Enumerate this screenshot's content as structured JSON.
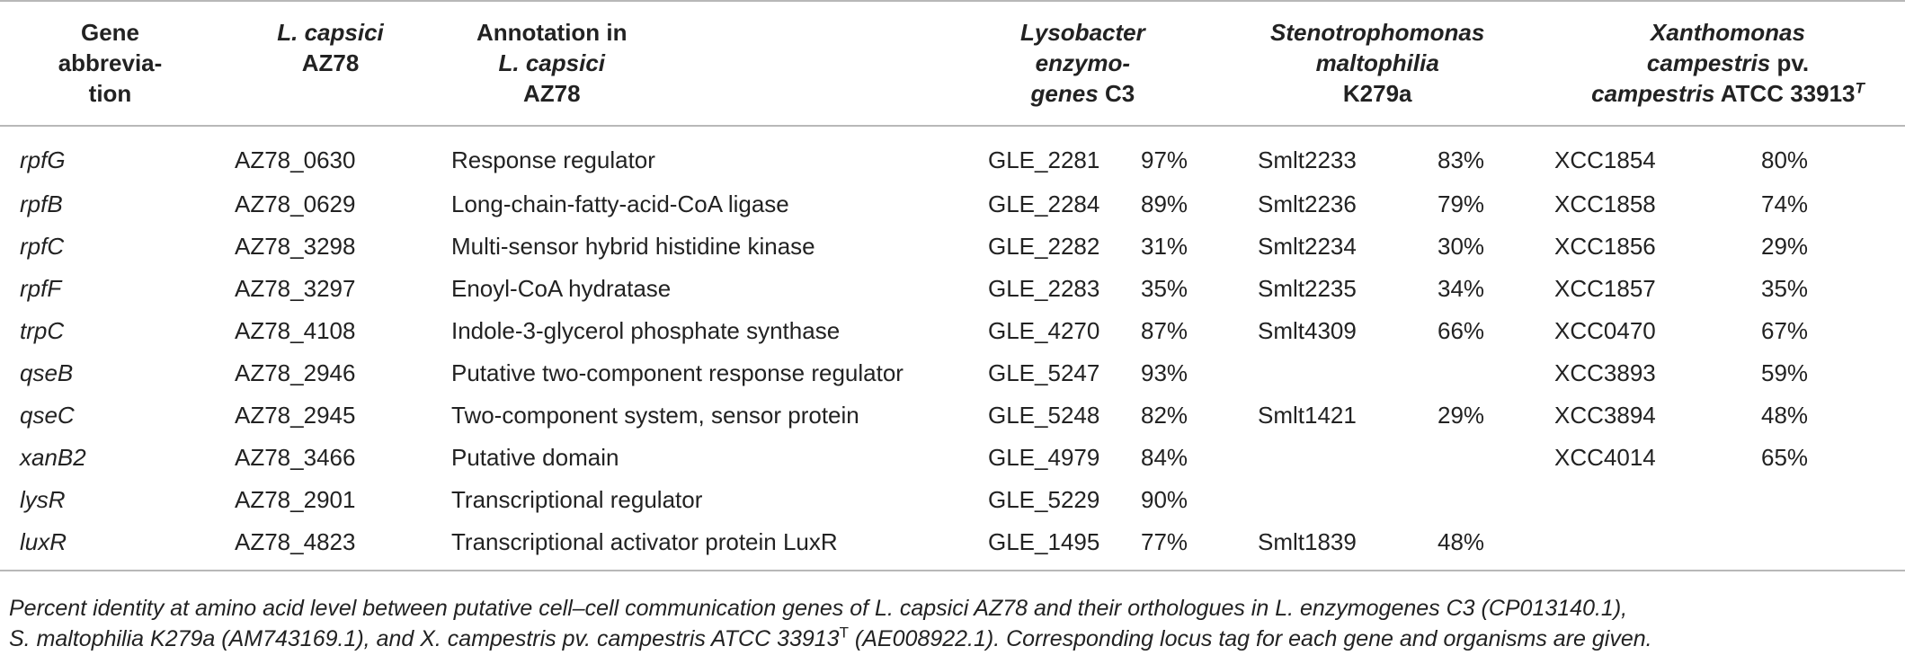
{
  "header": {
    "gene": [
      "Gene",
      "abbrevia-",
      "tion"
    ],
    "azlocus": [
      "L. capsici",
      "AZ78"
    ],
    "annotation": [
      "Annotation in",
      "L. capsici",
      "AZ78"
    ],
    "lyso": [
      "Lysobacter",
      "enzymo-",
      "genes",
      "C3"
    ],
    "steno": [
      "Stenotrophomonas",
      "maltophilia",
      "K279a"
    ],
    "xantho": [
      "Xanthomonas",
      "campestris",
      "pv.",
      "campestris",
      "ATCC 33913",
      "T"
    ]
  },
  "rows": [
    {
      "gene": "rpfG",
      "az": "AZ78_0630",
      "annot": "Response regulator",
      "lys": "GLE_2281",
      "lys_pct": "97%",
      "ste": "Smlt2233",
      "ste_pct": "83%",
      "xcc": "XCC1854",
      "xcc_pct": "80%"
    },
    {
      "gene": "rpfB",
      "az": "AZ78_0629",
      "annot": "Long-chain-fatty-acid-CoA ligase",
      "lys": "GLE_2284",
      "lys_pct": "89%",
      "ste": "Smlt2236",
      "ste_pct": "79%",
      "xcc": "XCC1858",
      "xcc_pct": "74%"
    },
    {
      "gene": "rpfC",
      "az": "AZ78_3298",
      "annot": "Multi-sensor hybrid histidine kinase",
      "lys": "GLE_2282",
      "lys_pct": "31%",
      "ste": "Smlt2234",
      "ste_pct": "30%",
      "xcc": "XCC1856",
      "xcc_pct": "29%"
    },
    {
      "gene": "rpfF",
      "az": "AZ78_3297",
      "annot": "Enoyl-CoA hydratase",
      "lys": "GLE_2283",
      "lys_pct": "35%",
      "ste": "Smlt2235",
      "ste_pct": "34%",
      "xcc": "XCC1857",
      "xcc_pct": "35%"
    },
    {
      "gene": "trpC",
      "az": "AZ78_4108",
      "annot": "Indole-3-glycerol phosphate synthase",
      "lys": "GLE_4270",
      "lys_pct": "87%",
      "ste": "Smlt4309",
      "ste_pct": "66%",
      "xcc": "XCC0470",
      "xcc_pct": "67%"
    },
    {
      "gene": "qseB",
      "az": "AZ78_2946",
      "annot": "Putative two-component response regulator",
      "lys": "GLE_5247",
      "lys_pct": "93%",
      "ste": "",
      "ste_pct": "",
      "xcc": "XCC3893",
      "xcc_pct": "59%"
    },
    {
      "gene": "qseC",
      "az": "AZ78_2945",
      "annot": "Two-component system, sensor protein",
      "lys": "GLE_5248",
      "lys_pct": "82%",
      "ste": "Smlt1421",
      "ste_pct": "29%",
      "xcc": "XCC3894",
      "xcc_pct": "48%"
    },
    {
      "gene": "xanB2",
      "az": "AZ78_3466",
      "annot": "Putative domain",
      "lys": "GLE_4979",
      "lys_pct": "84%",
      "ste": "",
      "ste_pct": "",
      "xcc": "XCC4014",
      "xcc_pct": "65%"
    },
    {
      "gene": "lysR",
      "az": "AZ78_2901",
      "annot": "Transcriptional regulator",
      "lys": "GLE_5229",
      "lys_pct": "90%",
      "ste": "",
      "ste_pct": "",
      "xcc": "",
      "xcc_pct": ""
    },
    {
      "gene": "luxR",
      "az": "AZ78_4823",
      "annot": "Transcriptional activator protein LuxR",
      "lys": "GLE_1495",
      "lys_pct": "77%",
      "ste": "Smlt1839",
      "ste_pct": "48%",
      "xcc": "",
      "xcc_pct": ""
    }
  ],
  "footnote": {
    "line1": "Percent identity at amino acid level between putative cell–cell communication genes of L. capsici AZ78 and their orthologues in L. enzymogenes C3 (CP013140.1),",
    "line2a": "S. maltophilia K279a (AM743169.1), and X. campestris pv. campestris ATCC 33913",
    "line2sup": "T",
    "line2b": " (AE008922.1). Corresponding locus tag for each gene and organisms are given."
  }
}
